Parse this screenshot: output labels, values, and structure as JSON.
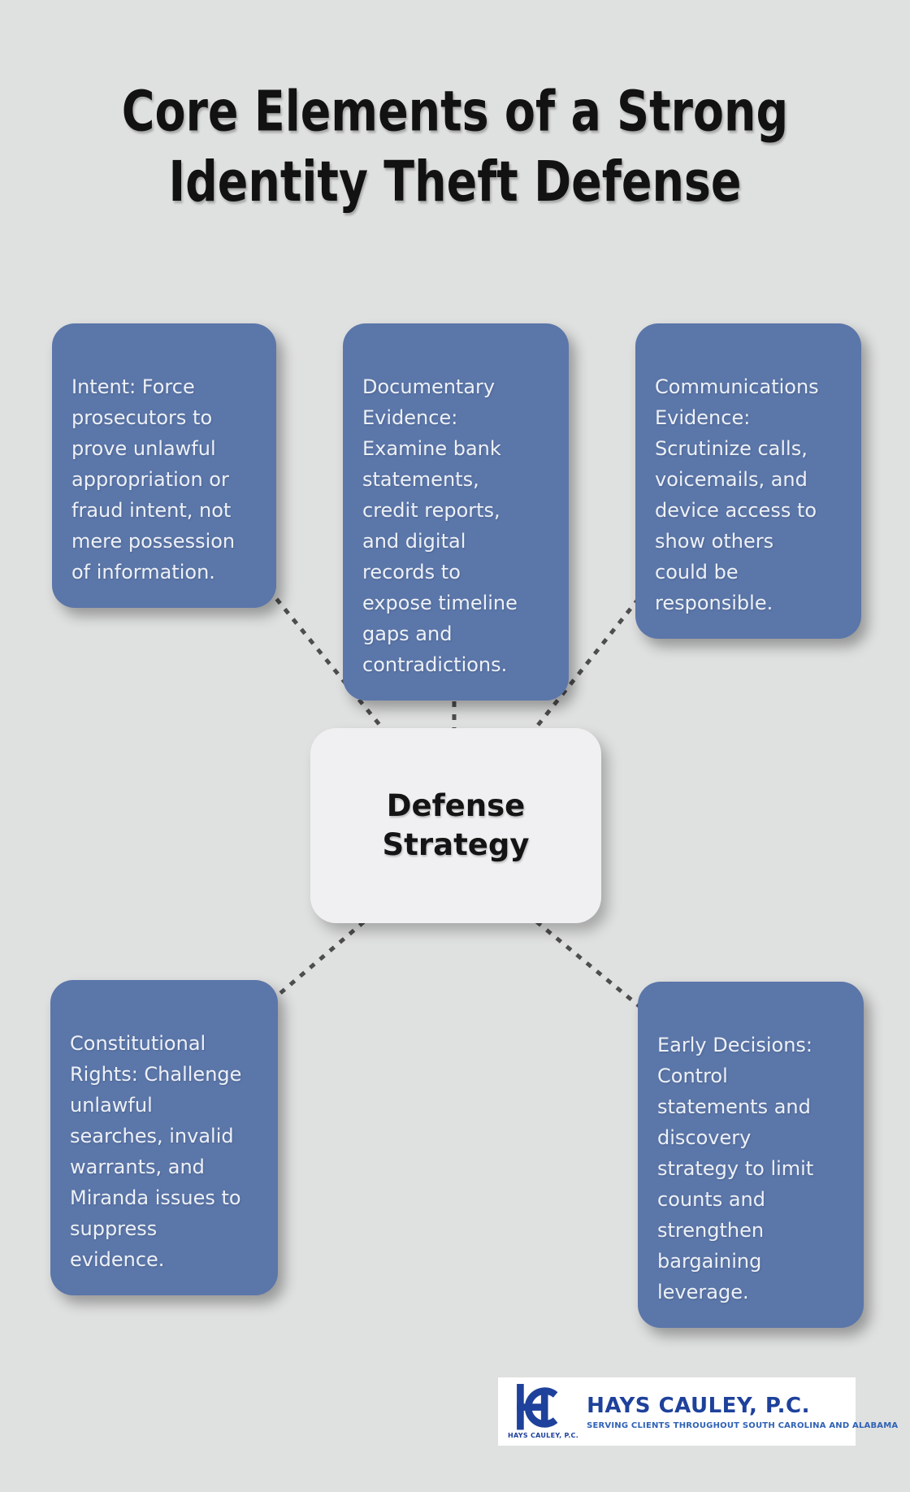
{
  "title": {
    "text": "Core Elements of a Strong\nIdentity Theft Defense"
  },
  "center_node": {
    "label": "Defense\nStrategy"
  },
  "nodes": [
    {
      "id": "intent",
      "text": "Intent: Force\nprosecutors to\nprove unlawful\nappropriation or\nfraud intent, not\nmere possession\nof information."
    },
    {
      "id": "documentary-evidence",
      "text": "Documentary\nEvidence:\nExamine bank\nstatements,\ncredit reports,\nand digital\nrecords to\nexpose timeline\ngaps and\ncontradictions."
    },
    {
      "id": "communications-evidence",
      "text": "Communications\nEvidence:\nScrutinize calls,\nvoicemails, and\ndevice access to\nshow others\ncould be\nresponsible."
    },
    {
      "id": "constitutional-rights",
      "text": "Constitutional\nRights: Challenge\nunlawful\nsearches, invalid\nwarrants, and\nMiranda issues to\nsuppress\nevidence."
    },
    {
      "id": "early-decisions",
      "text": "Early Decisions:\nControl\nstatements and\ndiscovery\nstrategy to limit\ncounts and\nstrengthen\nbargaining\nleverage."
    }
  ],
  "footer": {
    "logo": {
      "icon": "hc-monogram-icon",
      "monogram_caption": "HAYS CAULEY, P.C.",
      "firm_name": "HAYS CAULEY, P.C.",
      "tagline": "SERVING CLIENTS THROUGHOUT SOUTH CAROLINA AND ALABAMA"
    }
  },
  "colors": {
    "background": "#dfe0e0",
    "node_fill": "#5b76a9",
    "node_text": "#edf1f7",
    "center_fill": "#f0f0f2",
    "title_text": "#121212",
    "connector": "#4d4d4d",
    "brand_navy": "#1e419b",
    "brand_light_blue": "#2f62b5",
    "logo_card": "#ffffff"
  }
}
